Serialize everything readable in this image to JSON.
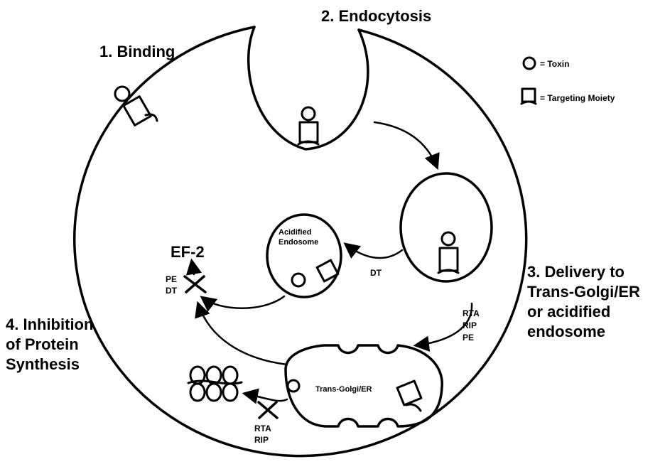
{
  "steps": {
    "binding": "1. Binding",
    "endocytosis": "2. Endocytosis",
    "delivery": [
      "3. Delivery to",
      "Trans-Golgi/ER",
      "or acidified",
      "endosome"
    ],
    "inhibition": [
      "4. Inhibition",
      "of Protein",
      "Synthesis"
    ]
  },
  "legend": {
    "toxin": "= Toxin",
    "targeting": "= Targeting Moiety"
  },
  "compartments": {
    "acidified_endosome": [
      "Acidified",
      "Endosome"
    ],
    "trans_golgi": "Trans-Golgi/ER"
  },
  "labels": {
    "ef2": "EF-2",
    "pe": "PE",
    "dt": "DT",
    "dt_arrow": "DT",
    "rta_route": [
      "RTA",
      "RIP",
      "PE"
    ],
    "rta_ribosome": [
      "RTA",
      "RIP"
    ]
  }
}
